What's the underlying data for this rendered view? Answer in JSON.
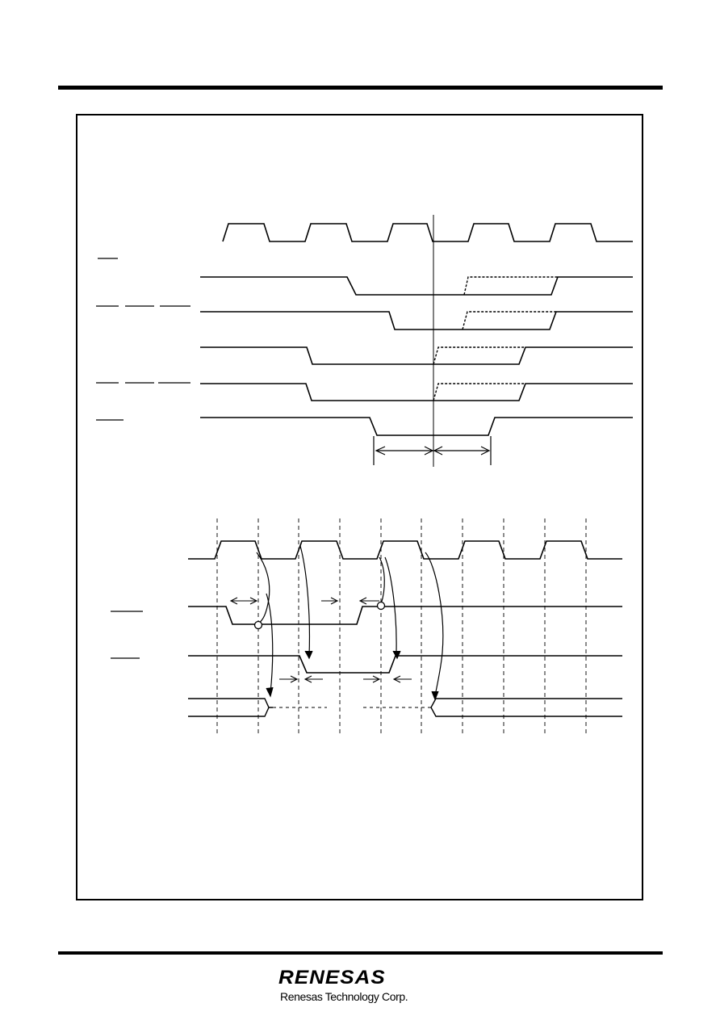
{
  "page": {
    "brand_mark": "RENESAS",
    "brand_name": "Renesas Technology Corp."
  },
  "figure": {
    "content": "timing diagrams (signal names not legible)"
  }
}
